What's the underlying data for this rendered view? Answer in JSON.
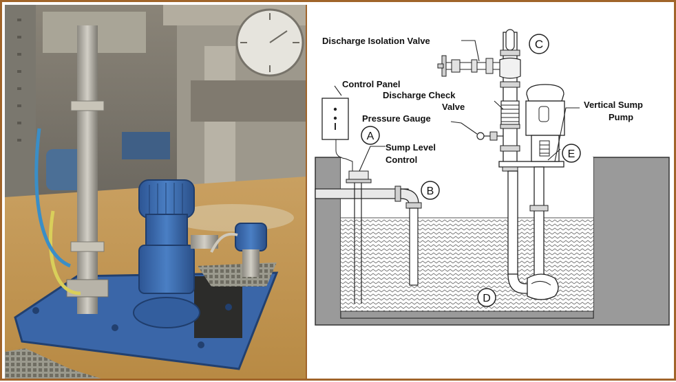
{
  "photo": {
    "dial_label": ""
  },
  "diagram": {
    "labels": {
      "discharge_isolation_valve": "Discharge Isolation Valve",
      "control_panel": "Control Panel",
      "discharge_check_valve_1": "Discharge Check",
      "discharge_check_valve_2": "Valve",
      "pressure_gauge": "Pressure Gauge",
      "sump_level_control_1": "Sump Level",
      "sump_level_control_2": "Control",
      "vertical_sump_pump_1": "Vertical Sump",
      "vertical_sump_pump_2": "Pump"
    },
    "callouts": {
      "a": "A",
      "b": "B",
      "c": "C",
      "d": "D",
      "e": "E"
    }
  },
  "colors": {
    "frame": "#a0642a",
    "floor": "#c9a061",
    "pump_blue": "#3f6fb0",
    "sump_wall": "#9a9a9a",
    "water_line": "#555555"
  }
}
